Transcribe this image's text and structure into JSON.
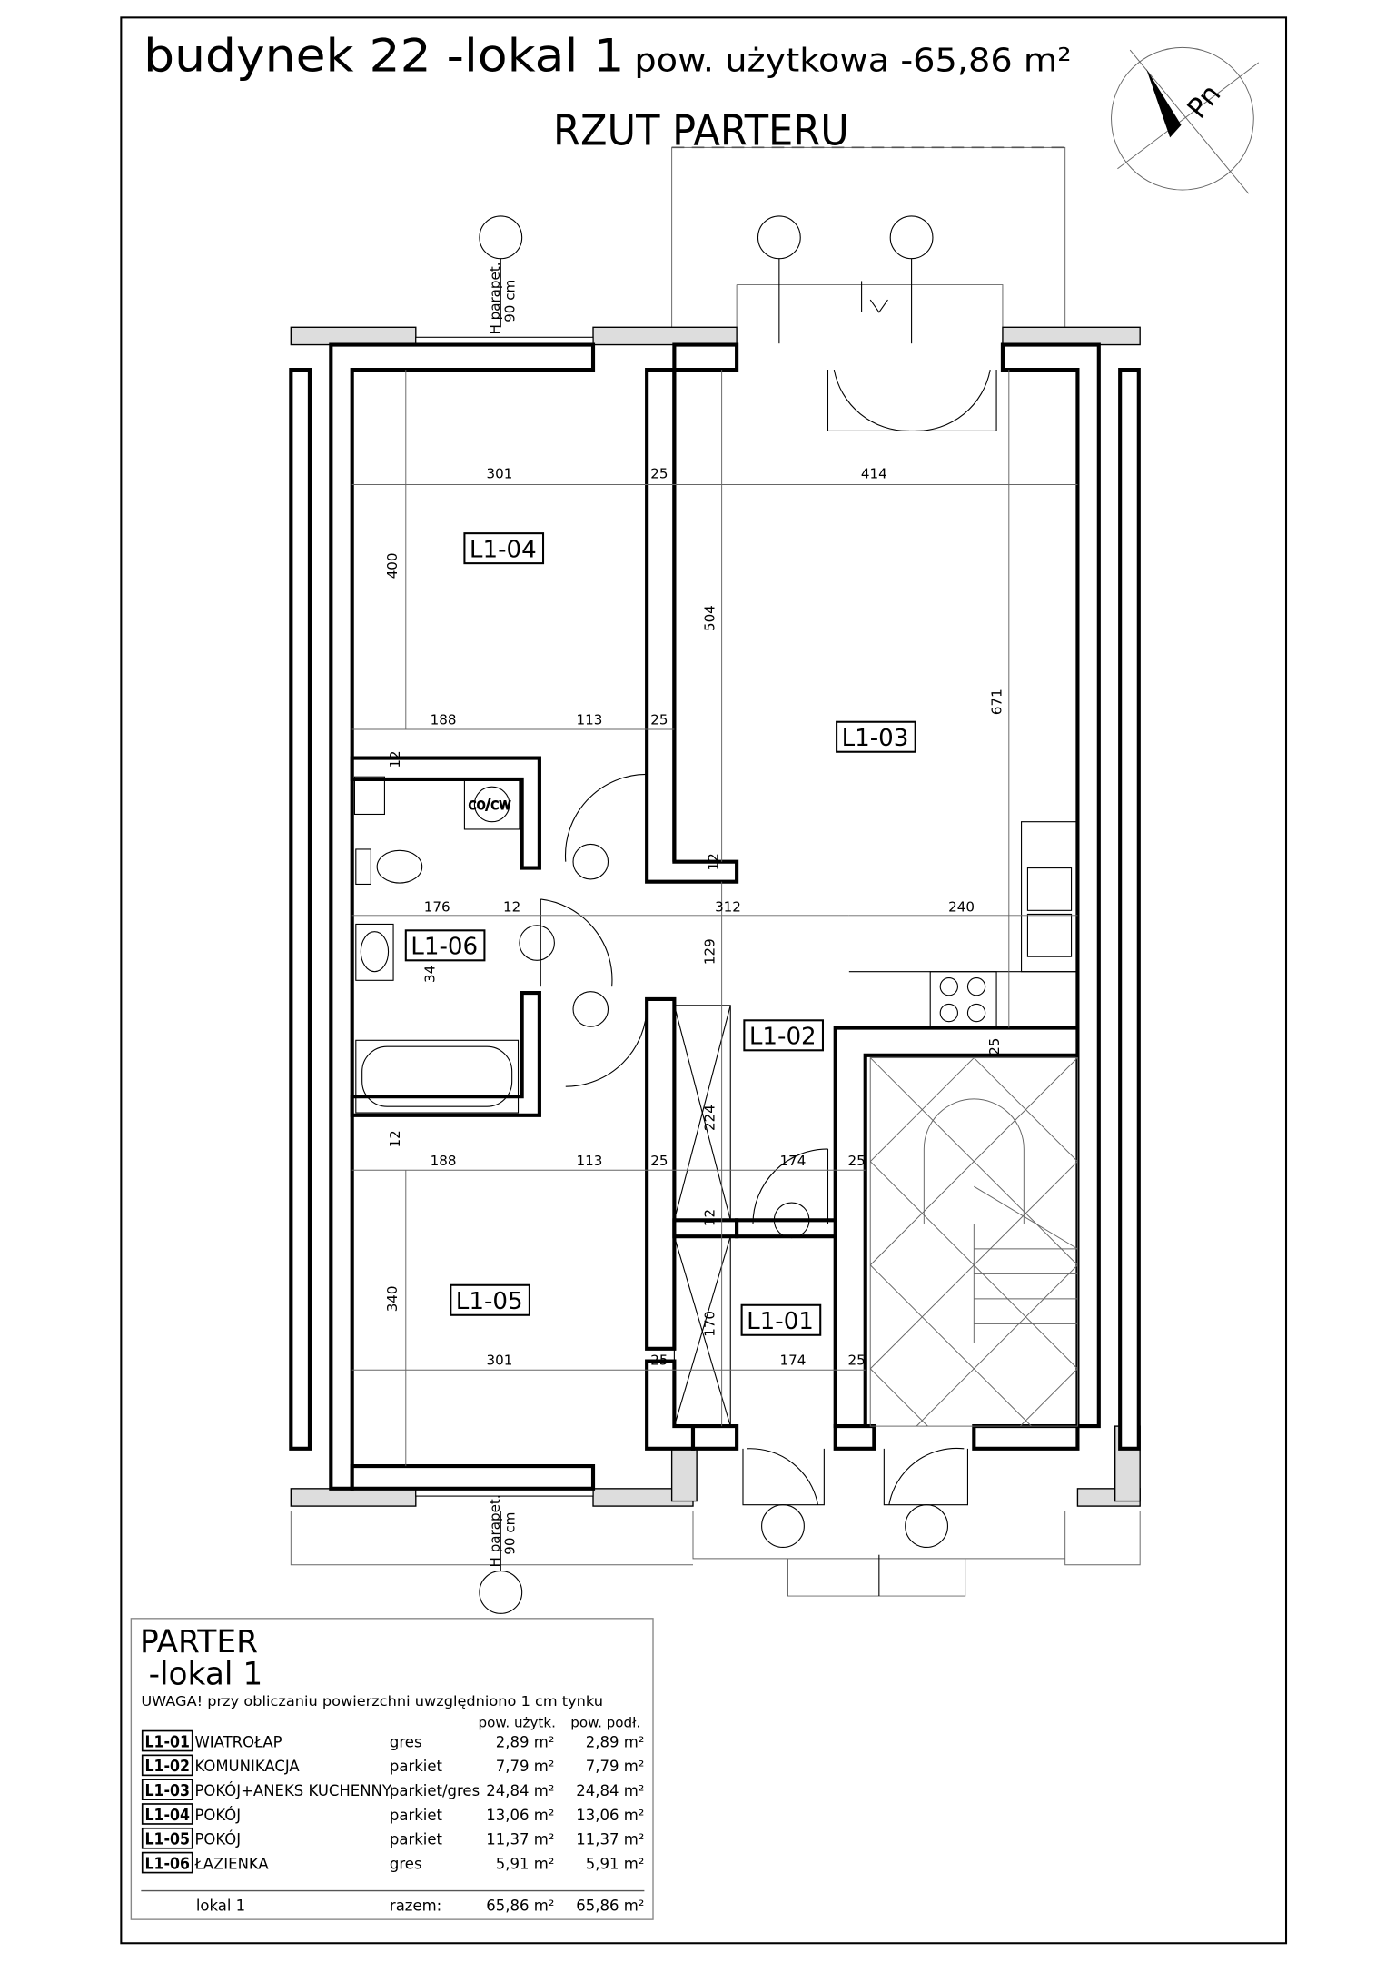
{
  "header": {
    "title": "budynek 22 -lokal 1",
    "area_label": "pow. użytkowa -65,86 m²",
    "subtitle": "RZUT PARTERU",
    "north_label": "Pn"
  },
  "plan": {
    "rooms": [
      {
        "id": "L1-01"
      },
      {
        "id": "L1-02"
      },
      {
        "id": "L1-03"
      },
      {
        "id": "L1-04"
      },
      {
        "id": "L1-05"
      },
      {
        "id": "L1-06"
      }
    ],
    "boiler_label": "co/cw",
    "parapet_label_1": "H parapet.",
    "parapet_label_2": "90 cm",
    "dimensions": [
      "301",
      "25",
      "414",
      "400",
      "504",
      "671",
      "188",
      "113",
      "25",
      "12",
      "12",
      "176",
      "12",
      "312",
      "240",
      "129",
      "34",
      "25",
      "224",
      "188",
      "113",
      "25",
      "174",
      "25",
      "12",
      "12",
      "170",
      "340",
      "301",
      "25",
      "174",
      "25"
    ]
  },
  "legend": {
    "title": "PARTER",
    "subtitle": "-lokal 1",
    "note": "UWAGA! przy obliczaniu powierzchni uwzględniono 1 cm tynku",
    "col_usable": "pow. użytk.",
    "col_floor": "pow. podł.",
    "rows": [
      {
        "id": "L1-01",
        "name": "WIATROŁAP",
        "finish": "gres",
        "usable": "2,89 m²",
        "floor": "2,89 m²"
      },
      {
        "id": "L1-02",
        "name": "KOMUNIKACJA",
        "finish": "parkiet",
        "usable": "7,79 m²",
        "floor": "7,79 m²"
      },
      {
        "id": "L1-03",
        "name": "POKÓJ+ANEKS KUCHENNY",
        "finish": "parkiet/gres",
        "usable": "24,84 m²",
        "floor": "24,84 m²"
      },
      {
        "id": "L1-04",
        "name": "POKÓJ",
        "finish": "parkiet",
        "usable": "13,06 m²",
        "floor": "13,06 m²"
      },
      {
        "id": "L1-05",
        "name": "POKÓJ",
        "finish": "parkiet",
        "usable": "11,37 m²",
        "floor": "11,37 m²"
      },
      {
        "id": "L1-06",
        "name": "ŁAZIENKA",
        "finish": "gres",
        "usable": "5,91 m²",
        "floor": "5,91 m²"
      }
    ],
    "total": {
      "name": "lokal 1",
      "label": "razem:",
      "usable": "65,86 m²",
      "floor": "65,86 m²"
    }
  }
}
